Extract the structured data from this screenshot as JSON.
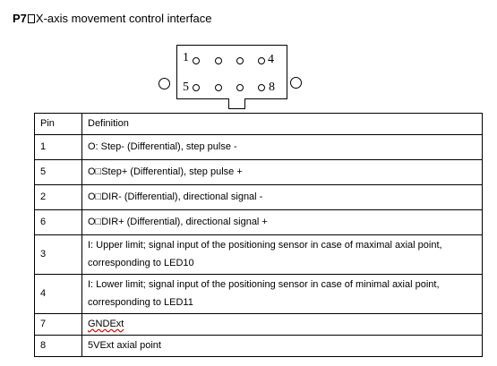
{
  "title": {
    "bold": "P7",
    "rest": "X-axis movement control interface"
  },
  "connector": {
    "pin_labels": [
      "1",
      "4",
      "5",
      "8"
    ]
  },
  "table": {
    "headers": [
      "Pin",
      "Definition"
    ],
    "rows": [
      {
        "pin": "1",
        "definition": "O: Step- (Differential), step pulse -"
      },
      {
        "pin": "5",
        "definition": "O□Step+ (Differential), step pulse +"
      },
      {
        "pin": "2",
        "definition": "O□DIR- (Differential), directional signal -"
      },
      {
        "pin": "6",
        "definition": "O□DIR+ (Differential), directional signal +"
      },
      {
        "pin": "3",
        "definition": "I: Upper limit; signal input of the positioning sensor in case of maximal axial point, corresponding to LED10"
      },
      {
        "pin": "4",
        "definition": "I: Lower limit; signal input of the positioning sensor in case of minimal axial point, corresponding to LED11"
      },
      {
        "pin": "7",
        "definition": "GNDExt"
      },
      {
        "pin": "8",
        "definition": "5VExt axial point"
      }
    ]
  }
}
